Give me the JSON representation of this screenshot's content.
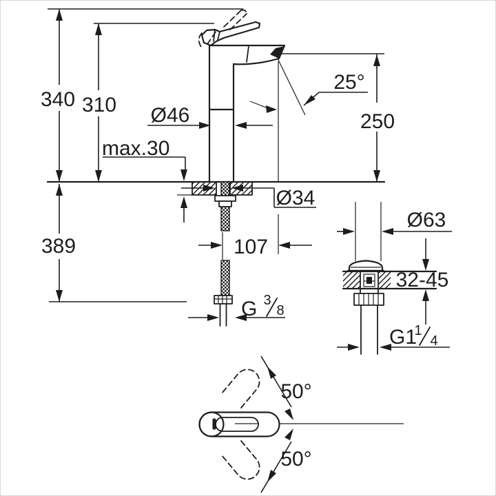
{
  "drawing": {
    "type": "technical-dimension-drawing",
    "subject": "single-lever basin mixer with pop-up waste, three views",
    "colors": {
      "ink": "#1d1d1b",
      "background": "#ffffff",
      "frame": "#d9d9d9"
    },
    "views": {
      "front": {
        "dim_total_height_lever_raised": "340",
        "dim_height_to_lever": "310",
        "dim_max_deck_thickness": "max.30",
        "dim_body_diameter": "Ø46",
        "dim_spray_angle": "25°",
        "dim_spout_height": "250",
        "dim_hole_diameter": "Ø34",
        "dim_spout_projection": "107",
        "dim_hose_length": "389",
        "supply_thread": {
          "label": "G 3/8",
          "g": "G",
          "num": "3",
          "den": "8"
        }
      },
      "waste": {
        "dim_flange_diameter": "Ø63",
        "dim_basin_thickness_range": "32-45",
        "waste_thread": {
          "label": "G1 1/4",
          "g": "G1",
          "num": "1",
          "den": "4"
        }
      },
      "plan": {
        "dim_swivel_upper": "50°",
        "dim_swivel_lower": "50°"
      }
    }
  }
}
